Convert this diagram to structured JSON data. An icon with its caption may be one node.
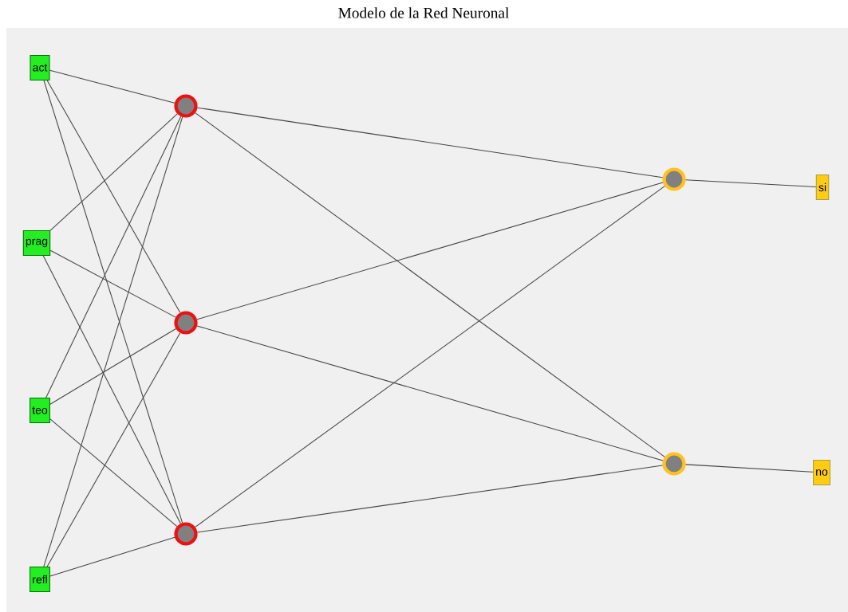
{
  "diagram": {
    "title": "Modelo de la Red Neuronal",
    "nodes": [
      {
        "text": [
          "act"
        ]
      },
      {
        "text": [
          "prag"
        ]
      },
      {
        "text": [
          "teo"
        ]
      },
      {
        "text": [
          "refl"
        ]
      },
      {
        "text": [],
        "shape": "circle"
      },
      {
        "text": [],
        "shape": "circle"
      },
      {
        "text": [],
        "shape": "circle"
      },
      {
        "text": [],
        "shape": "circle"
      },
      {
        "text": [],
        "shape": "circle"
      },
      {
        "text": [
          "si"
        ]
      },
      {
        "text": [
          "no"
        ]
      }
    ],
    "edges": [
      {
        "from": 0,
        "to": 4,
        "arrow": "none"
      },
      {
        "from": 0,
        "to": 5,
        "arrow": "none"
      },
      {
        "from": 0,
        "to": 6,
        "arrow": "none"
      },
      {
        "from": 1,
        "to": 4,
        "arrow": "none"
      },
      {
        "from": 1,
        "to": 5,
        "arrow": "none"
      },
      {
        "from": 1,
        "to": 6,
        "arrow": "none"
      },
      {
        "from": 2,
        "to": 4,
        "arrow": "none"
      },
      {
        "from": 2,
        "to": 5,
        "arrow": "none"
      },
      {
        "from": 2,
        "to": 6,
        "arrow": "none"
      },
      {
        "from": 3,
        "to": 4,
        "arrow": "none"
      },
      {
        "from": 3,
        "to": 5,
        "arrow": "none"
      },
      {
        "from": 3,
        "to": 6,
        "arrow": "none"
      },
      {
        "from": 4,
        "to": 7,
        "arrow": "none"
      },
      {
        "from": 4,
        "to": 8,
        "arrow": "none"
      },
      {
        "from": 5,
        "to": 7,
        "arrow": "none"
      },
      {
        "from": 5,
        "to": 8,
        "arrow": "none"
      },
      {
        "from": 6,
        "to": 7,
        "arrow": "none"
      },
      {
        "from": 6,
        "to": 8,
        "arrow": "none"
      },
      {
        "from": 7,
        "to": 9,
        "arrow": "none"
      },
      {
        "from": 8,
        "to": 10,
        "arrow": "none"
      }
    ]
  }
}
